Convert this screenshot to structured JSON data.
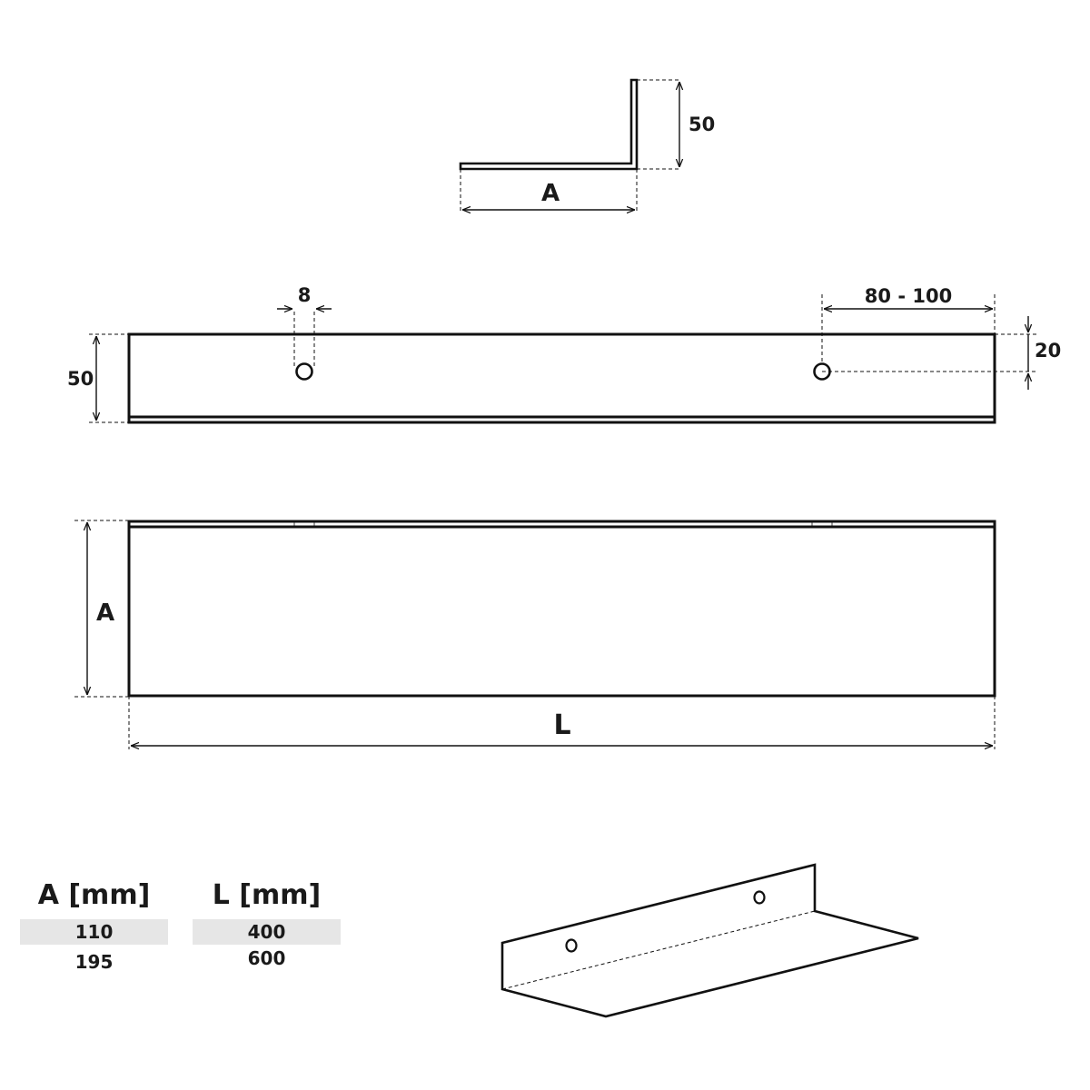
{
  "profile_view": {
    "height_label": "50",
    "width_label": "A"
  },
  "back_view": {
    "hole_label": "8",
    "offset_label": "80 - 100",
    "edge_label": "20",
    "height_label": "50"
  },
  "top_view": {
    "width_label": "A",
    "length_label": "L"
  },
  "size_table": {
    "a_header": "A [mm]",
    "l_header": "L [mm]",
    "a_values": [
      "110",
      "195"
    ],
    "l_values": [
      "400",
      "600"
    ]
  },
  "colors": {
    "line": "#111111",
    "row_shade": "#e6e6e6"
  }
}
